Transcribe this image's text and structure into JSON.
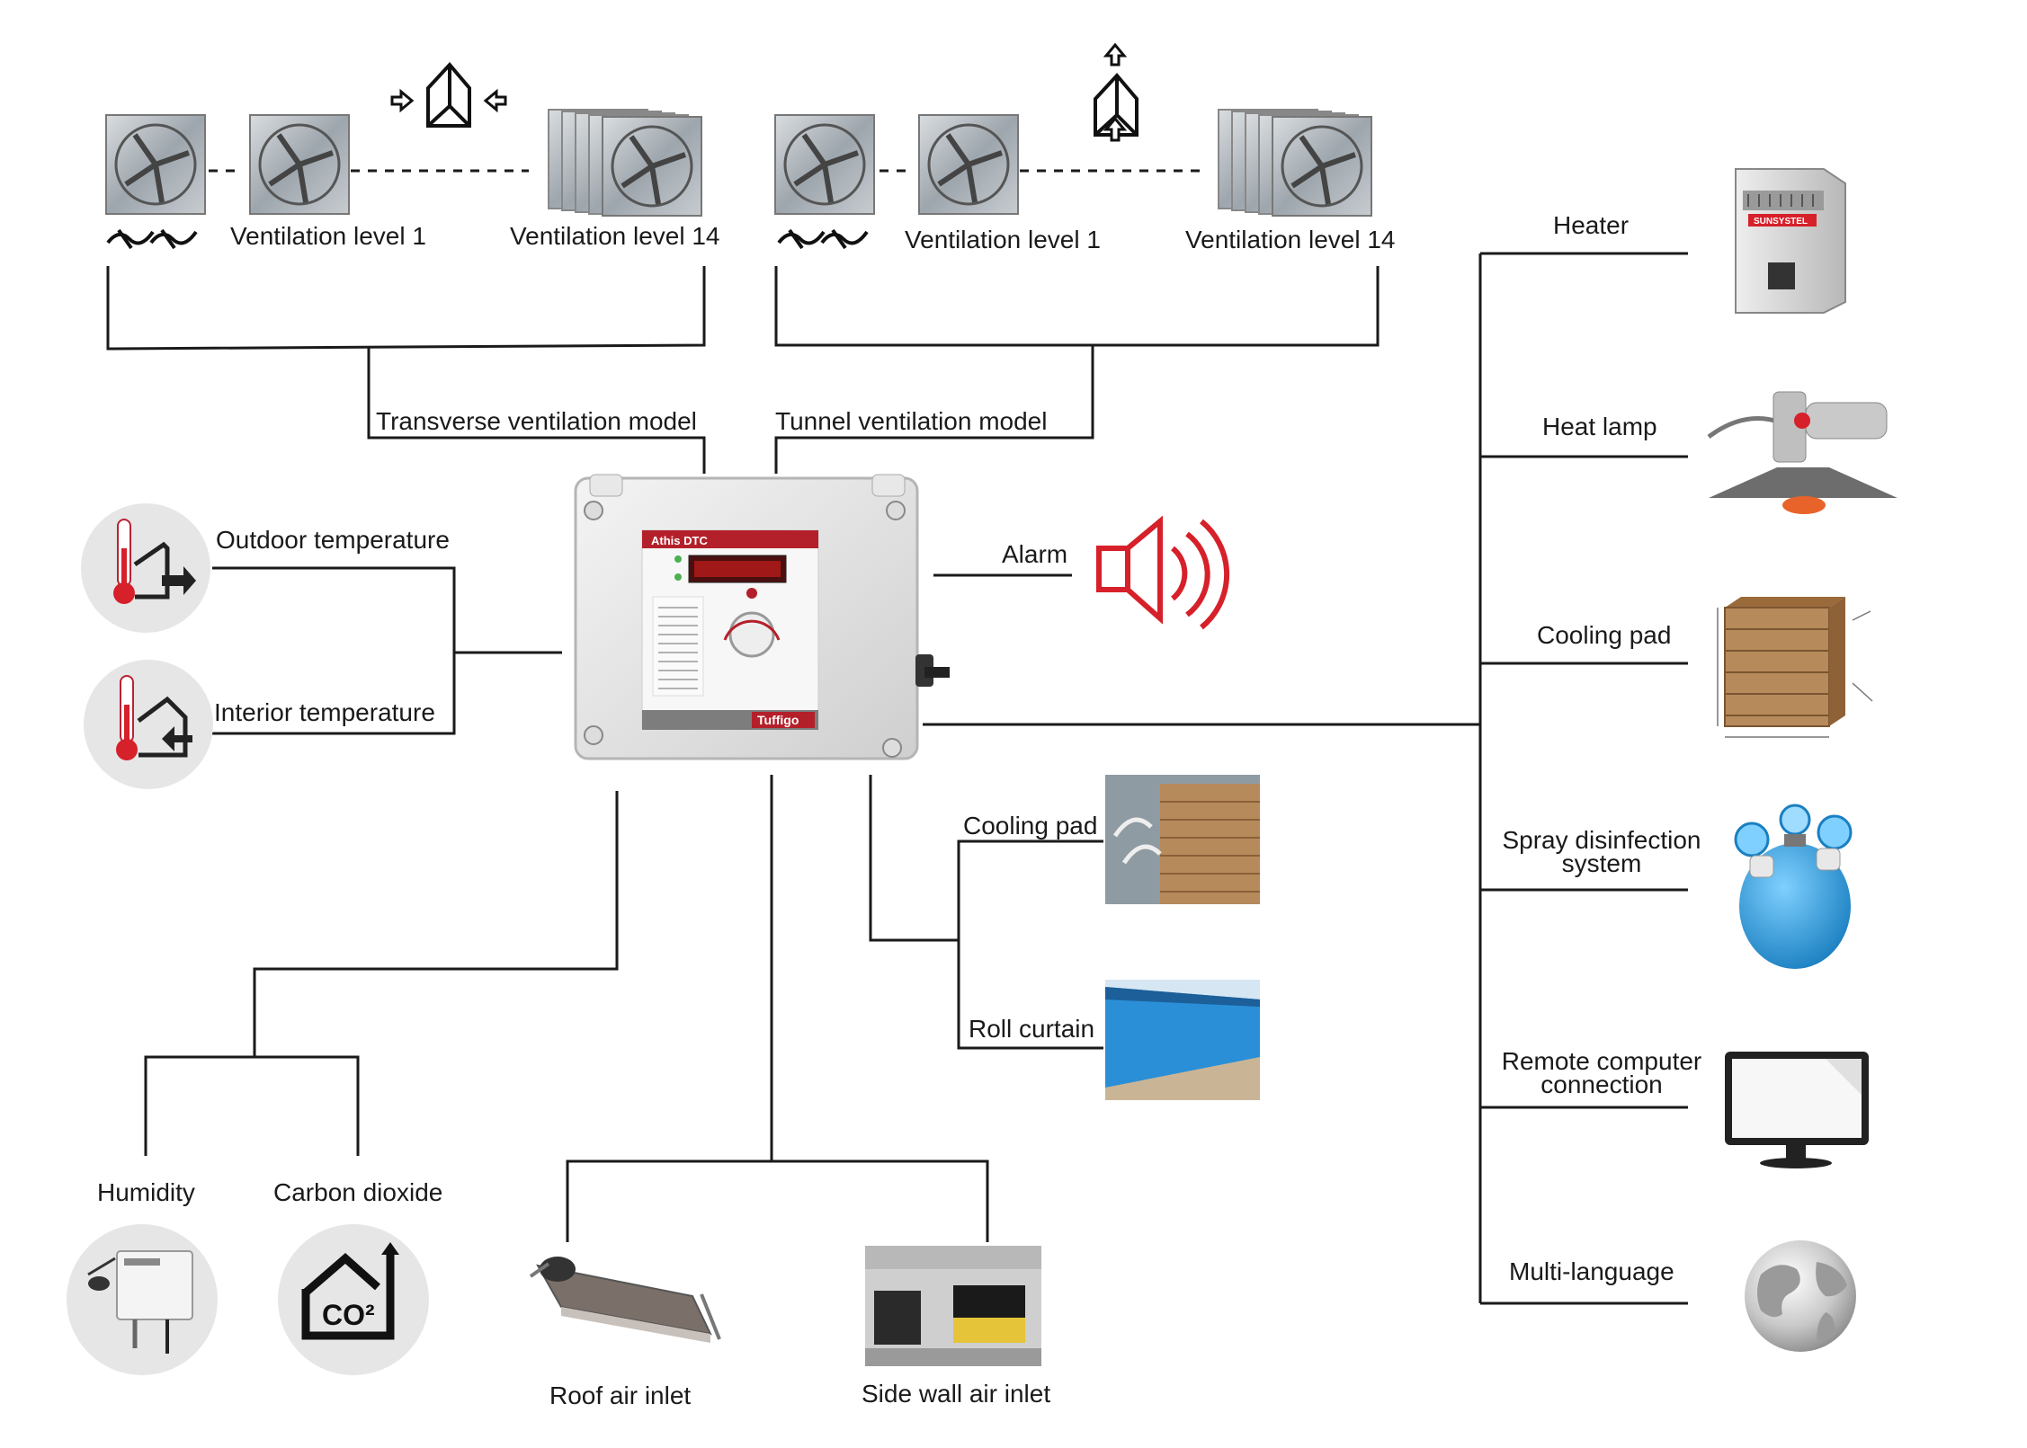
{
  "top": {
    "transverse": {
      "symbol_arrows": "in-from-both-sides",
      "level_first": "Ventilation level 1",
      "level_last": "Ventilation level 14",
      "model_label": "Transverse ventilation model"
    },
    "tunnel": {
      "symbol_arrows": "up-through-roof",
      "level_first": "Ventilation level 1",
      "level_last": "Ventilation level 14",
      "model_label": "Tunnel ventilation model"
    }
  },
  "left": {
    "outdoor": "Outdoor temperature",
    "interior": "Interior temperature"
  },
  "controller": {
    "brand": "Tuffigo",
    "model": "Athis DTC"
  },
  "alarm": "Alarm",
  "middle": {
    "cooling_pad": "Cooling pad",
    "roll_curtain": "Roll curtain"
  },
  "bottom": {
    "humidity": "Humidity",
    "co2": "Carbon dioxide",
    "co2_icon_text": "CO²",
    "roof_inlet": "Roof air inlet",
    "side_inlet": "Side wall air inlet"
  },
  "right": {
    "heater": "Heater",
    "heater_brand": "SUNSYSTEL",
    "heat_lamp": "Heat lamp",
    "cooling_pad": "Cooling pad",
    "spray": "Spray disinfection system",
    "remote": "Remote computer connection",
    "language": "Multi-language"
  },
  "colors": {
    "line": "#1a1a1a",
    "alarm_red": "#d6202a",
    "icon_circle": "#e6e6e6",
    "pad_brown": "#b78a5c",
    "curtain_blue": "#2a8fd6",
    "spray_blue": "#2a9ee0"
  }
}
